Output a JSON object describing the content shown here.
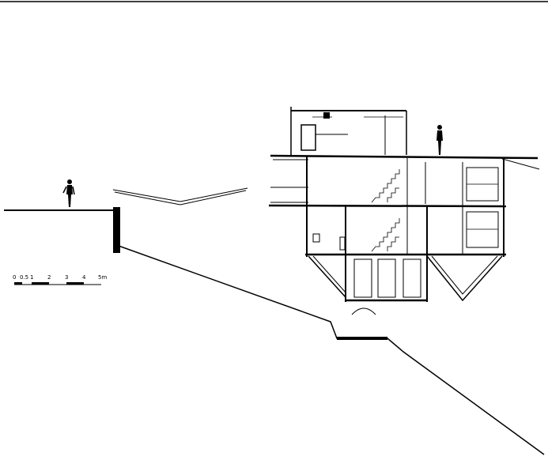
{
  "scale_bar": {
    "ticks": [
      "0",
      "0.5",
      "1",
      "2",
      "3",
      "4",
      "5m"
    ]
  },
  "colors": {
    "ink": "#000000",
    "paper": "#ffffff"
  }
}
